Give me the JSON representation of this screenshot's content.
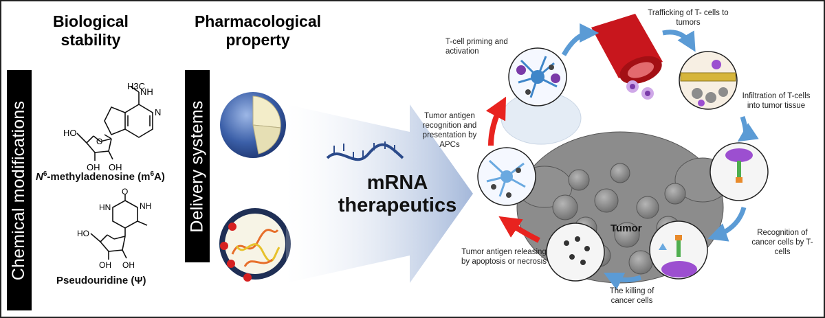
{
  "headings": {
    "biological_stability": "Biological stability",
    "pharmacological_property": "Pharmacological property"
  },
  "side_bars": {
    "chemical_modifications": "Chemical modifications",
    "delivery_systems": "Delivery systems"
  },
  "molecules": {
    "m6a": {
      "name_prefix": "N",
      "name_sup": "6",
      "name_rest": "-methyladenosine (m",
      "name_sup2": "6",
      "name_end": "A)",
      "atoms": {
        "methyl": "H3C",
        "nh": "NH",
        "n": "N",
        "ho": "HO",
        "o": "O",
        "oh1": "OH",
        "oh2": "OH"
      }
    },
    "pseudouridine": {
      "name": "Pseudouridine (Ψ)",
      "atoms": {
        "o": "O",
        "hn": "HN",
        "nh": "NH",
        "ho": "HO",
        "oh1": "OH",
        "oh2": "OH"
      }
    }
  },
  "center": {
    "line1": "mRNA",
    "line2": "therapeutics"
  },
  "cycle": {
    "tumor": "Tumor",
    "priming": "T-cell priming and activation",
    "trafficking": "Trafficking of T- cells to tumors",
    "infiltration": "Infiltration of T-cells into tumor tissue",
    "recognition_cancer": "Recognition of cancer cells by T- cells",
    "killing": "The killing of cancer cells",
    "releasing": "Tumor antigen releasing by apoptosis or necrosis",
    "presentation": "Tumor antigen recognition and presentation by APCs"
  },
  "colors": {
    "arrow_blue": "#5b9bd5",
    "arrow_red": "#e8231f",
    "tumor_gray": "#8c8c8c",
    "lnp_blue": "#3b5fa8",
    "vessel_red": "#c8161d"
  }
}
